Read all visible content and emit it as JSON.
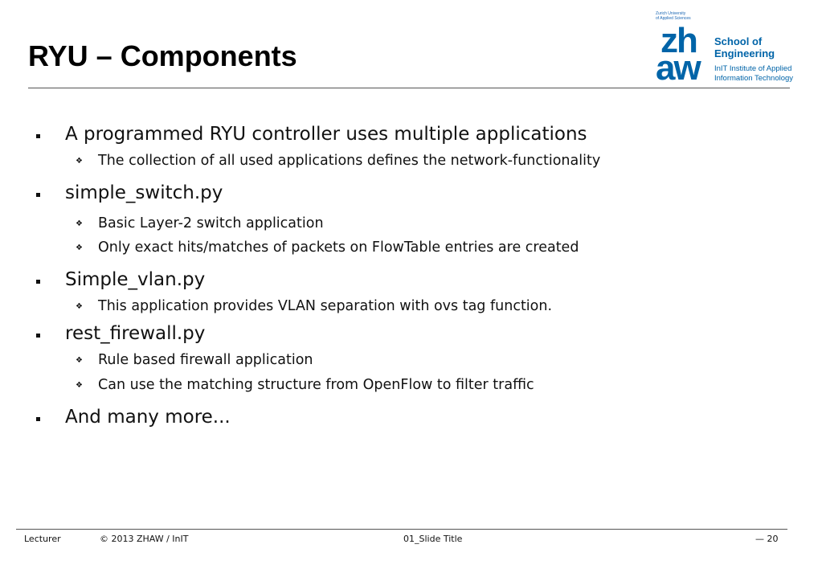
{
  "slide": {
    "title": "RYU – Components"
  },
  "logo": {
    "top_text_1": "Zurich University",
    "top_text_2": "of Applied Sciences",
    "mark_zh": "zh",
    "mark_aw": "aw",
    "school_line1": "School of",
    "school_line2": "Engineering",
    "institute_line1": "InIT Institute of Applied",
    "institute_line2": "Information Technology",
    "color": "#0064a8"
  },
  "bullets": [
    {
      "text": "A programmed RYU controller uses multiple applications",
      "sub": [
        "The collection of all used applications defines the network-functionality"
      ]
    },
    {
      "text": "simple_switch.py",
      "sub": [
        "Basic Layer-2 switch application",
        "Only exact hits/matches of packets on FlowTable entries are created"
      ]
    },
    {
      "text": "Simple_vlan.py",
      "sub": [
        "This application provides VLAN separation with ovs tag function."
      ]
    },
    {
      "text": "rest_firewall.py",
      "sub": [
        "Rule based firewall application",
        "Can use the matching structure from OpenFlow to filter traffic"
      ]
    },
    {
      "text": "And many more...",
      "sub": []
    }
  ],
  "sub_marker": "❖",
  "footer": {
    "lecturer": "Lecturer",
    "copyright": "©  2013  ZHAW / InIT",
    "slide_title": "01_Slide Title",
    "page": "— 20"
  }
}
